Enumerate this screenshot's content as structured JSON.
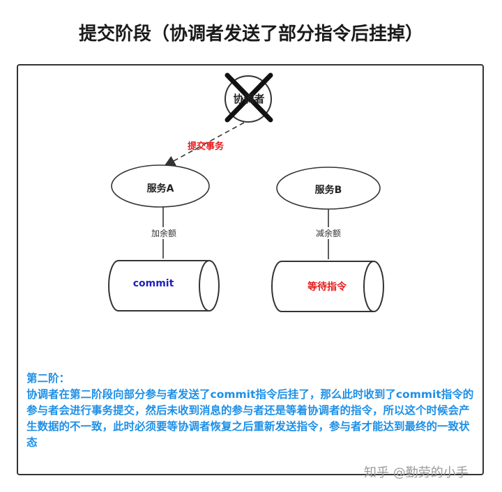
{
  "title": "提交阶段（协调者发送了部分指令后挂掉）",
  "diagram": {
    "coordinator": {
      "label": "协调者",
      "state": "crashed",
      "mark": "x-mark-icon"
    },
    "coordinator_edge_label": "提交事务",
    "service_a": {
      "label": "服务A",
      "operation": "加余额",
      "status": "commit"
    },
    "service_b": {
      "label": "服务B",
      "operation": "减余额",
      "status": "等待指令"
    }
  },
  "note": {
    "heading": "第二阶：",
    "text": "协调者在第二阶段向部分参与者发送了commit指令后挂了，那么此时收到了commit指令的参与者会进行事务提交，然后未收到消息的参与者还是等着协调者的指令，所以这个时候会产生数据的不一致，此时必须要等协调者恢复之后重新发送指令，参与者才能达到最终的一致状态"
  },
  "watermark": "知乎 @勤劳的小手",
  "colors": {
    "highlight_red": "#e81c1c",
    "commit_blue": "#1f1fbf",
    "note_blue": "#1e8fe6",
    "crash_x": "#111111"
  }
}
